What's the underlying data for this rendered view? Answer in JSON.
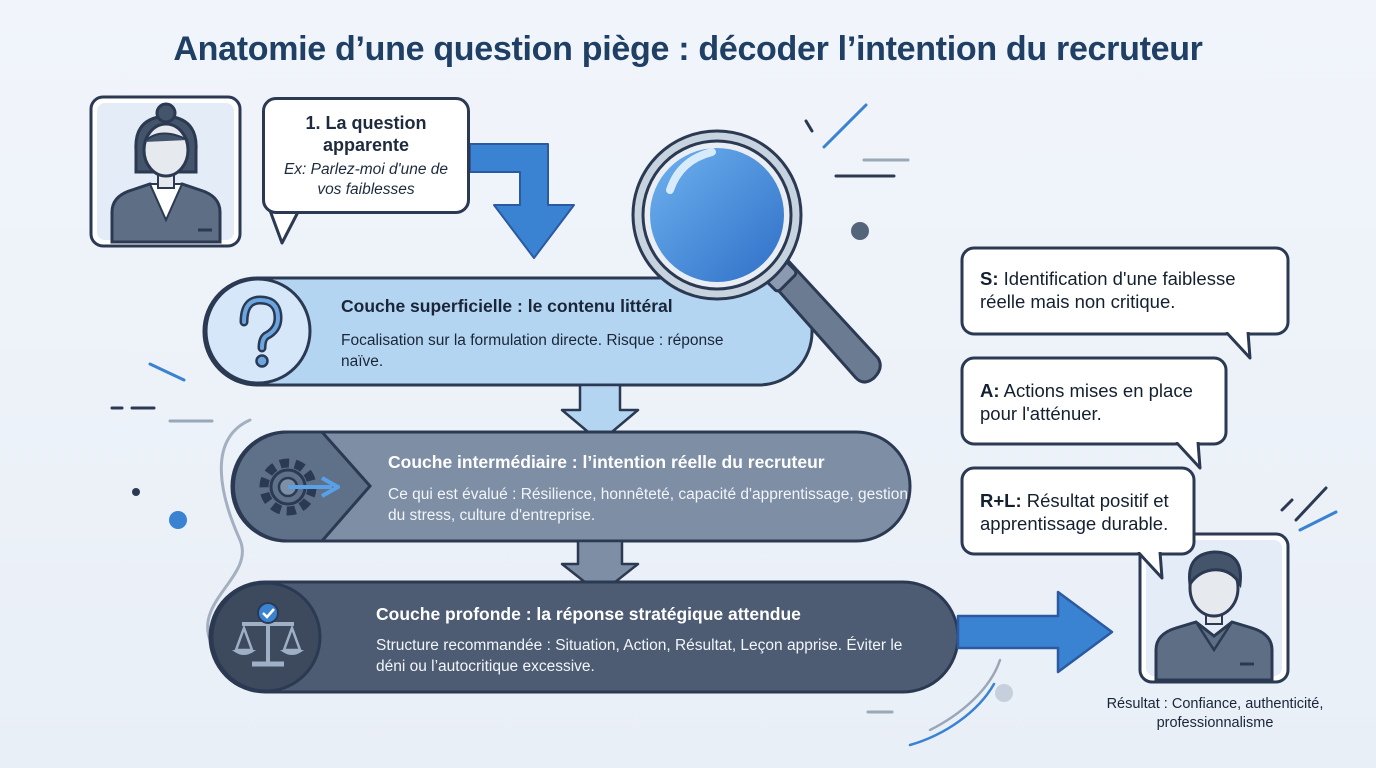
{
  "title": "Anatomie d’une question piège : décoder l’intention du recruteur",
  "question_bubble": {
    "title": "1. La question apparente",
    "example": "Ex: Parlez-moi d'une de vos faiblesses"
  },
  "layers": [
    {
      "title": "Couche superficielle : le contenu littéral",
      "description": "Focalisation sur la formulation directe. Risque : réponse naïve.",
      "icon": "question-mark-icon"
    },
    {
      "title": "Couche intermédiaire : l’intention réelle du recruteur",
      "description": "Ce qui est évalué : Résilience, honnêteté, capacité d'apprentissage, gestion du stress, culture d'entreprise.",
      "icon": "gear-target-icon"
    },
    {
      "title": "Couche profonde : la réponse stratégique attendue",
      "description": "Structure recommandée : Situation, Action, Résultat, Leçon apprise. Éviter le déni ou l’autocritique excessive.",
      "icon": "balance-scale-icon"
    }
  ],
  "star_bubbles": [
    {
      "letter": "S:",
      "text": "Identification d'une faiblesse réelle mais non critique."
    },
    {
      "letter": "A:",
      "text": "Actions mises en place pour l'atténuer."
    },
    {
      "letter": "R+L:",
      "text": "Résultat positif et apprentissage durable."
    }
  ],
  "result": "Résultat : Confiance, authenticité, professionnalisme",
  "icons": [
    "recruiter-avatar-icon",
    "candidate-avatar-icon",
    "magnifying-glass-icon",
    "arrow-icon"
  ],
  "colors": {
    "title": "#1f3f64",
    "layer_light": "#b4d5f1",
    "layer_mid": "#7d8ea5",
    "layer_dark": "#4d5c72",
    "accent_blue": "#3a82d2",
    "outline": "#2b3a52"
  }
}
